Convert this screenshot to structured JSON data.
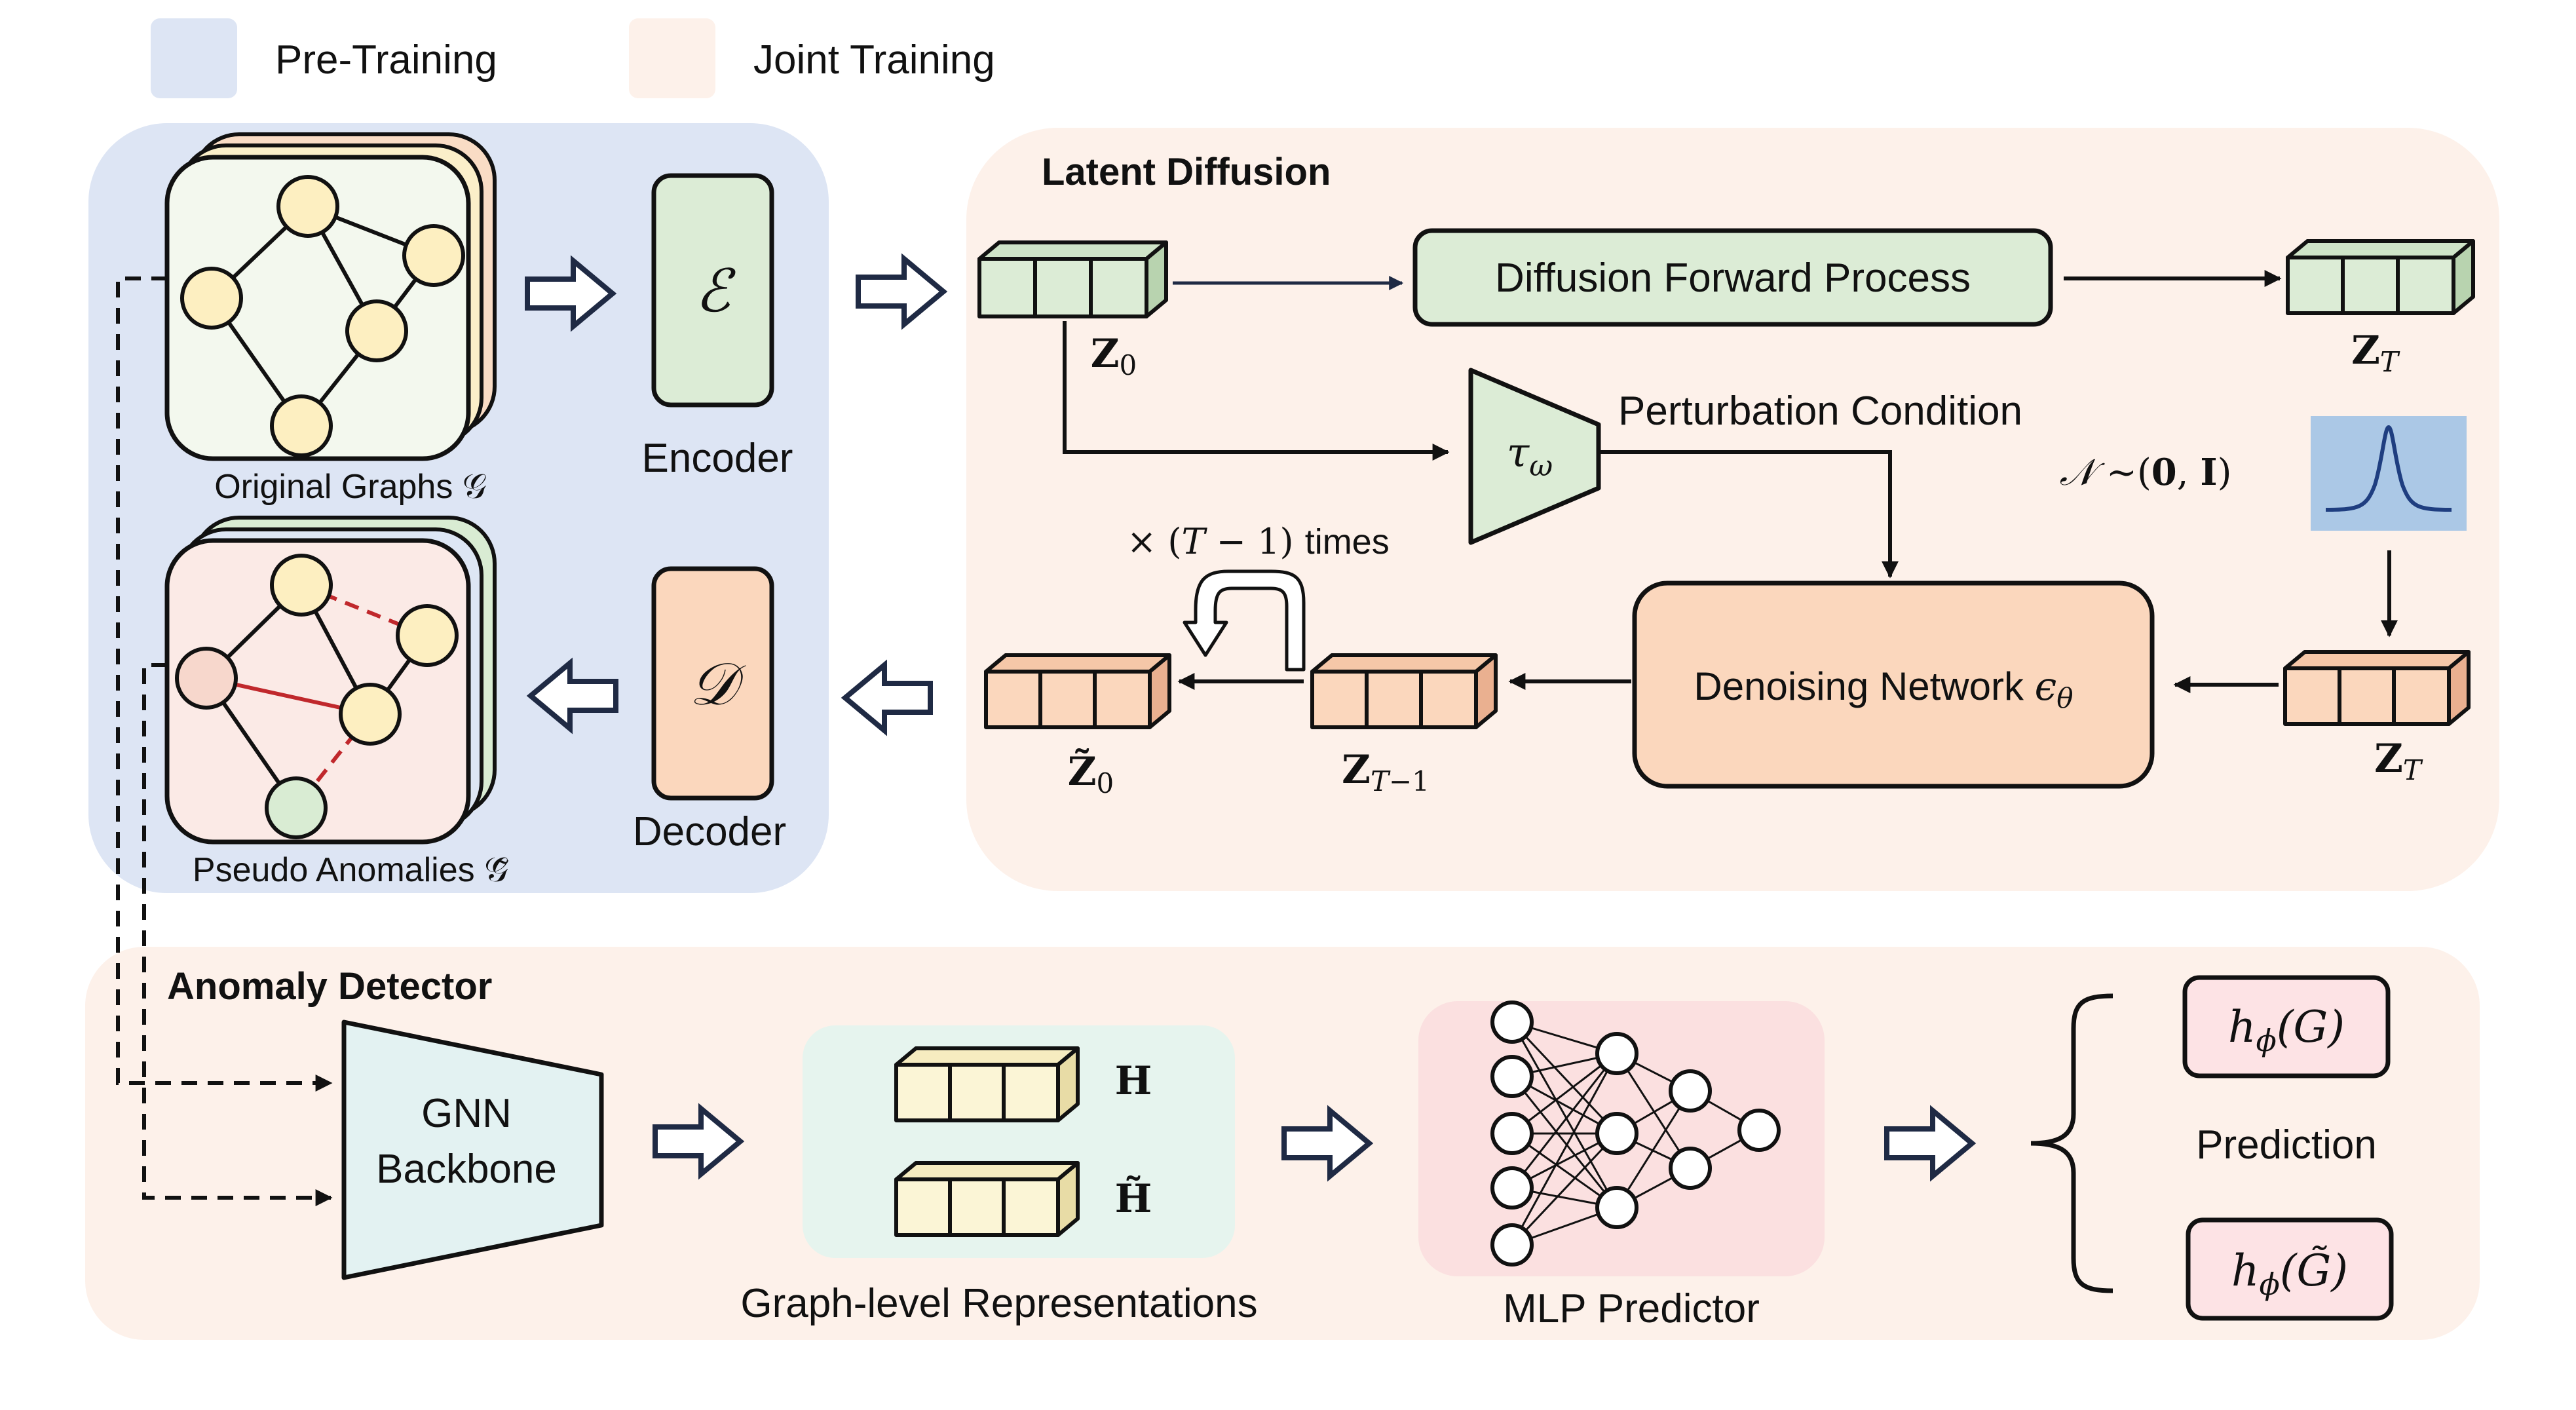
{
  "legend": {
    "pretraining": {
      "label": "Pre-Training",
      "color": "#dde5f4"
    },
    "joint": {
      "label": "Joint Training",
      "color": "#fdf1ea"
    }
  },
  "colors": {
    "latent_green": "#dcecd6",
    "latent_orange": "#fbd7bd",
    "node_yellow": "#fdefc1",
    "node_pink": "#f7d7cc",
    "node_green": "#d9ecd3",
    "anomaly_edge": "#c0282c",
    "gnn_fill": "#e3f2f2",
    "repr_bg": "#e6f4ee",
    "mlp_bg": "#fbe0e0",
    "pred_fill": "#fde3e5",
    "gauss_bg": "#abc8e6",
    "arrow_navy": "#1f2a44"
  },
  "pretraining_panel": {
    "original_graphs_label": "Original Graphs 𝒢",
    "encoder_symbol": "ℰ",
    "encoder_label": "Encoder",
    "decoder_symbol": "𝒟",
    "decoder_label": "Decoder",
    "pseudo_anomalies_label": "Pseudo Anomalies 𝒢̃"
  },
  "latent_diffusion": {
    "title": "Latent Diffusion",
    "z0_label": "Z₀",
    "forward_process_label": "Diffusion Forward Process",
    "zT_label": "Z_T",
    "tau_symbol": "τ_ω",
    "perturbation_label": "Perturbation Condition",
    "noise_label": "𝒩 ~(0, I)",
    "repeat_label": "× (T − 1) times",
    "denoising_label": "Denoising Network ϵ_θ",
    "zT_bottom_label": "Z_T",
    "zT1_label": "Z_{T−1}",
    "z0_tilde_label": "Z̃₀"
  },
  "anomaly_detector": {
    "title": "Anomaly Detector",
    "gnn_line1": "GNN",
    "gnn_line2": "Backbone",
    "h_label": "H",
    "h_tilde_label": "H̃",
    "repr_label": "Graph-level Representations",
    "mlp_label": "MLP Predictor",
    "prediction_label": "Prediction",
    "pred_g": "h_ϕ(G)",
    "pred_g_tilde": "h_ϕ(G̃)"
  }
}
